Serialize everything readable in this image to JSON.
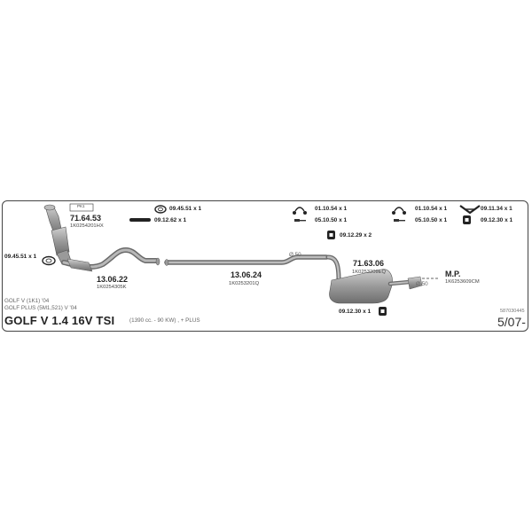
{
  "part_labels": {
    "p_71_64_53": {
      "num": "71.64.53",
      "sub": "1K0254201HX"
    },
    "p_13_06_22": {
      "num": "13.06.22",
      "sub": "1K0254305K"
    },
    "p_13_06_24": {
      "num": "13.06.24",
      "sub": "1K0253201Q"
    },
    "p_71_63_06": {
      "num": "71.63.06",
      "sub": "1K0253209EQ"
    },
    "p_mp": {
      "num": "M.P.",
      "sub": "1K6253609CM"
    }
  },
  "hardware": {
    "h1": "09.45.51  x 1",
    "h2": "09.12.62  x 1",
    "h3": "09.45.51  x 1",
    "h4": "01.10.54  x 1",
    "h5": "05.10.50  x 1",
    "h6": "09.12.29  x 2",
    "h7": "01.10.54  x 1",
    "h8": "05.10.50  x 1",
    "h9": "09.11.34  x 1",
    "h10": "09.12.30  x 1",
    "h11": "09.12.30  x 1"
  },
  "dimensions": {
    "d1": "Ø 50",
    "d2": "Ø 50"
  },
  "box_label": "PK1",
  "vehicle": {
    "line1": "GOLF V (1K1) '04",
    "line2": "GOLF PLUS (5M1,521) V '04",
    "model": "GOLF V  1.4 16V TSI",
    "spec": "(1390 cc. - 90 KW) , + PLUS",
    "catalog_no": "587030445",
    "date": "5/07-"
  },
  "colors": {
    "pipe": "#8e8e8e",
    "pipe_dark": "#6a6a6a",
    "frame": "#444444",
    "text": "#222222"
  },
  "icons": [
    "gasket-icon",
    "rubber-strip-icon",
    "clamp-icon",
    "bolt-icon",
    "rubber-hanger-icon",
    "bracket-icon",
    "box-icon"
  ]
}
